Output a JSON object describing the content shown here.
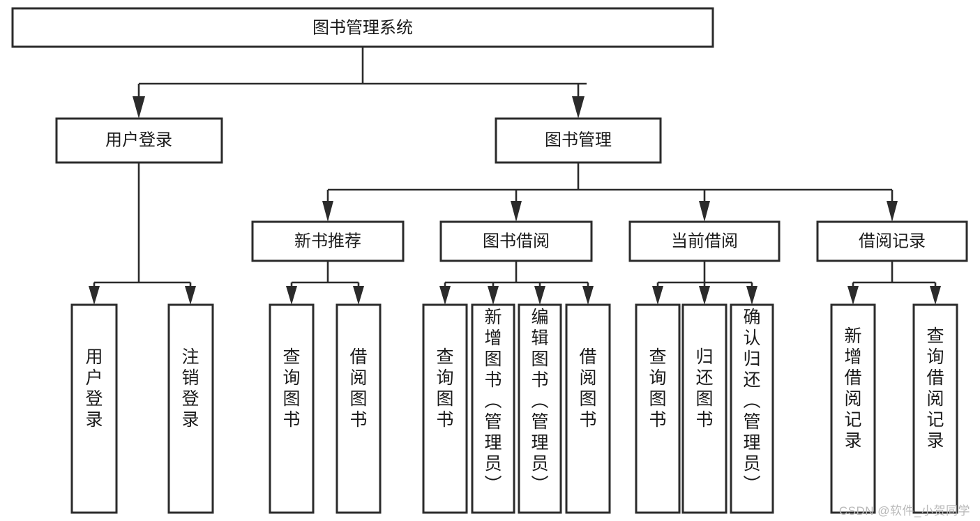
{
  "diagram": {
    "type": "tree",
    "title": "图书管理系统",
    "orientation": "top-down",
    "watermark": "CSDN @软件_小贺同学",
    "nodes": {
      "root": {
        "label": "图书管理系统"
      },
      "level2": [
        {
          "id": "user-login",
          "label": "用户登录"
        },
        {
          "id": "book-manage",
          "label": "图书管理"
        }
      ],
      "level3": [
        {
          "id": "new-book-recommend",
          "label": "新书推荐",
          "parent": "book-manage"
        },
        {
          "id": "book-borrow",
          "label": "图书借阅",
          "parent": "book-manage"
        },
        {
          "id": "current-borrow",
          "label": "当前借阅",
          "parent": "book-manage"
        },
        {
          "id": "borrow-record",
          "label": "借阅记录",
          "parent": "book-manage"
        }
      ],
      "leaves": {
        "user-login": [
          {
            "id": "leaf-user-login",
            "label": "用户登录"
          },
          {
            "id": "leaf-logout",
            "label": "注销登录"
          }
        ],
        "new-book-recommend": [
          {
            "id": "leaf-query-book-1",
            "label": "查询图书"
          },
          {
            "id": "leaf-borrow-book-1",
            "label": "借阅图书"
          }
        ],
        "book-borrow": [
          {
            "id": "leaf-query-book-2",
            "label": "查询图书"
          },
          {
            "id": "leaf-add-book",
            "label": "新增图书（管理员）"
          },
          {
            "id": "leaf-edit-book",
            "label": "编辑图书（管理员）"
          },
          {
            "id": "leaf-borrow-book-2",
            "label": "借阅图书"
          }
        ],
        "current-borrow": [
          {
            "id": "leaf-query-book-3",
            "label": "查询图书"
          },
          {
            "id": "leaf-return-book",
            "label": "归还图书"
          },
          {
            "id": "leaf-confirm-return",
            "label": "确认归还（管理员）"
          }
        ],
        "borrow-record": [
          {
            "id": "leaf-add-record",
            "label": "新增借阅记录"
          },
          {
            "id": "leaf-query-record",
            "label": "查询借阅记录"
          }
        ]
      }
    },
    "colors": {
      "box_stroke": "#2b2b2b",
      "box_fill": "#ffffff",
      "connector": "#2b2b2b",
      "text": "#1a1a1a",
      "watermark": "#b9b9b9",
      "background": "#ffffff"
    }
  }
}
